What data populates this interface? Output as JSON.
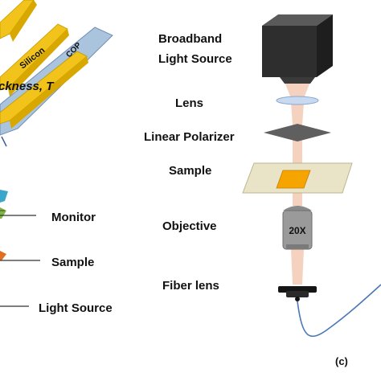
{
  "panel_a": {
    "material_label": "Silicon",
    "substrate_label": "COP",
    "thickness_label": "ckness, T"
  },
  "panel_b": {
    "labels": [
      "Monitor",
      "Sample",
      "Light Source"
    ]
  },
  "panel_c": {
    "labels": [
      "Broadband",
      "Light Source",
      "Lens",
      "Linear Polarizer",
      "Sample",
      "Objective",
      "Fiber lens"
    ],
    "objective_magnification": "20X",
    "panel_tag": "(c)"
  },
  "colors": {
    "gold": "#f2c31a",
    "substrate": "#aac4de",
    "source_body": "#2e2e2e",
    "lens": "#c9d9ef",
    "polarizer": "#5f5f5f",
    "sample_slide": "#e9e4c8",
    "sample_patch": "#f5a400",
    "objective": "#9a9a9a",
    "fiber": "#4a78b8",
    "beam": "#f3c9b5"
  }
}
